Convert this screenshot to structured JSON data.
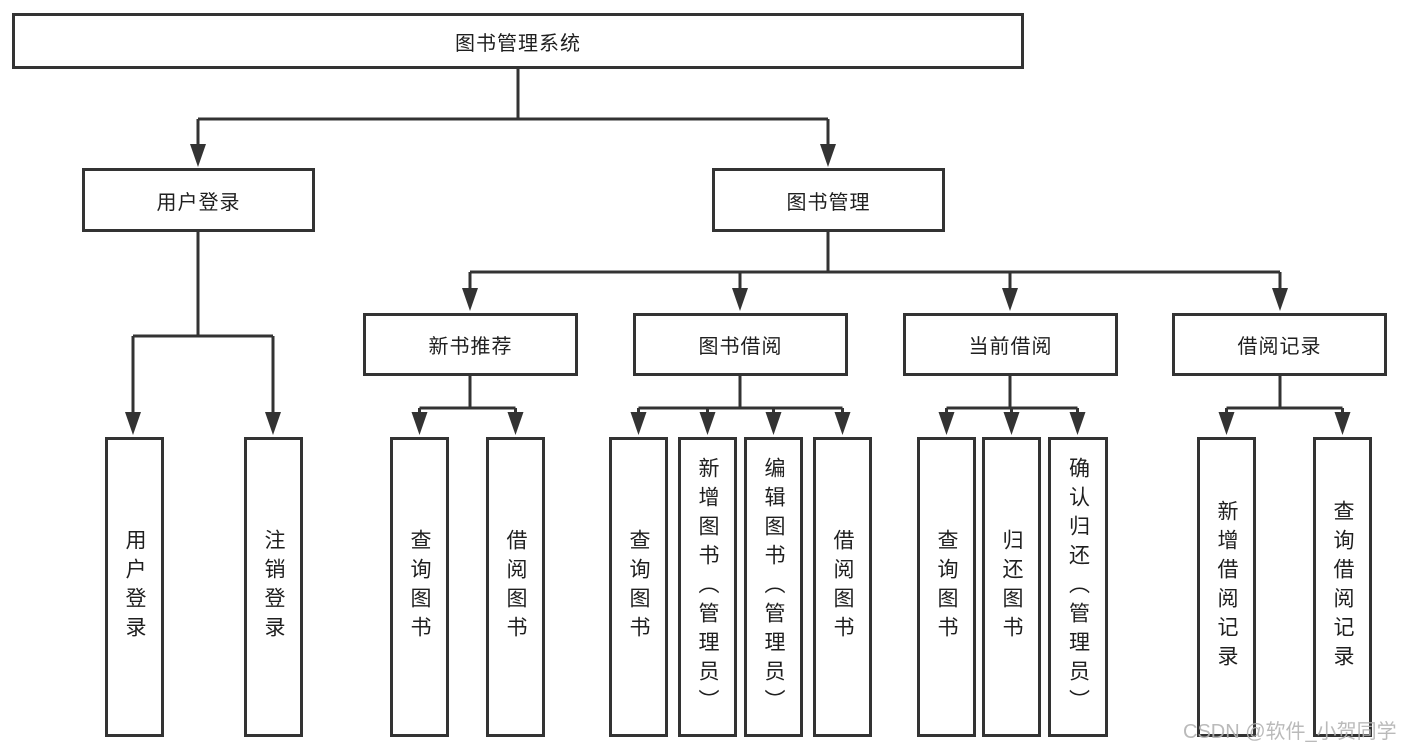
{
  "diagram_title": "图书管理系统",
  "colors": {
    "line": "#333333",
    "text": "#1f1f1f",
    "background": "#ffffff",
    "watermark": "#b3b3b3"
  },
  "nodes": {
    "root": {
      "label": "图书管理系统"
    },
    "user_login": {
      "label": "用户登录"
    },
    "book_mgmt": {
      "label": "图书管理"
    },
    "new_book": {
      "label": "新书推荐"
    },
    "book_borrow": {
      "label": "图书借阅"
    },
    "current_borrow": {
      "label": "当前借阅"
    },
    "borrow_record": {
      "label": "借阅记录"
    },
    "leaves": {
      "user_login": [
        "用户登录",
        "注销登录"
      ],
      "new_book": [
        "查询图书",
        "借阅图书"
      ],
      "book_borrow": [
        "查询图书",
        "新增图书（管理员）",
        "编辑图书（管理员）",
        "借阅图书"
      ],
      "current_borrow": [
        "查询图书",
        "归还图书",
        "确认归还（管理员）"
      ],
      "borrow_record": [
        "新增借阅记录",
        "查询借阅记录"
      ]
    }
  },
  "watermark": {
    "text": "CSDN @软件_小贺同学"
  }
}
